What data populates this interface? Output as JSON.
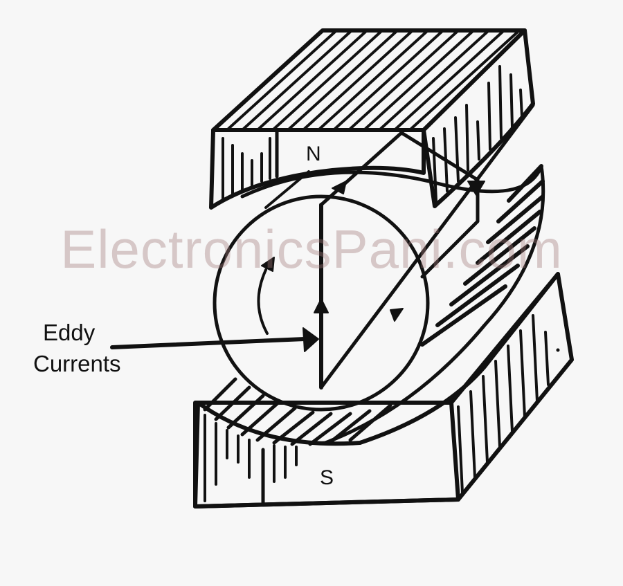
{
  "diagram": {
    "north_label": "N",
    "south_label": "S",
    "callout_label_line1": "Eddy",
    "callout_label_line2": "Currents"
  },
  "watermark": {
    "text": "ElectronicsPani.com"
  },
  "colors": {
    "ink": "#111111",
    "paper": "#f7f7f7",
    "watermark": "#a07878"
  }
}
